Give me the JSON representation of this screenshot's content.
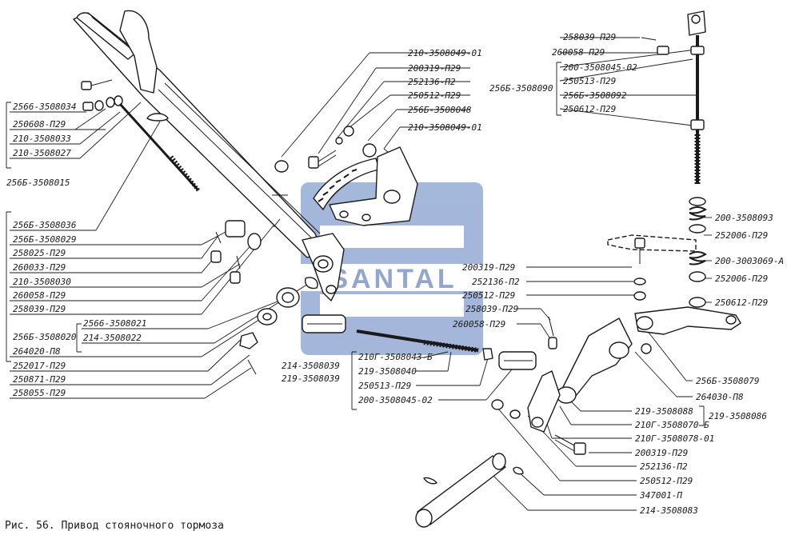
{
  "caption": "Рис. 56. Привод стояночного тормоза",
  "watermark": "SANTAL",
  "colors": {
    "ink": "#1a1a1a",
    "watermark": "#3b5fa5"
  },
  "labels": {
    "l01": "2566-3508034",
    "l02": "250608-П29",
    "l03": "210-3508033",
    "l04": "210-3508027",
    "l05": "256Б-3508015",
    "l06": "256Б-3508036",
    "l07": "256Б-3508029",
    "l08": "258025-П29",
    "l09": "260033-П29",
    "l10": "210-3508030",
    "l11": "260058-П29",
    "l12": "258039-П29",
    "l13": "2566-3508021",
    "l14": "214-3508022",
    "l15": "256Б-3508020",
    "l16": "264020-П8",
    "l17": "252017-П29",
    "l18": "250871-П29",
    "l19": "258055-П29",
    "l20": "210-3508049-01",
    "l21": "200319-П29",
    "l22": "252136-П2",
    "l23": "250512-П29",
    "l24": "256Б-3508048",
    "l25": "210-3508049-01",
    "l26": "258039-П29",
    "l27": "260058-П29",
    "l28": "200-3508045-02",
    "l29": "250513-П29",
    "l30": "256Б-3508092",
    "l31": "250612-П29",
    "l32": "256Б-3508090",
    "l33": "200-3508093",
    "l34": "252006-П29",
    "l35": "200-3003069-А",
    "l36": "252006-П29",
    "l37": "250612-П29",
    "l38": "200319-П29",
    "l39": "252136-П2",
    "l40": "250512-П29",
    "l41": "258039-П29",
    "l42": "260058-П29",
    "l43": "214-3508039",
    "l44": "219-3508039",
    "l45": "210Г-3508043-Б",
    "l46": "219-3508040",
    "l47": "250513-П29",
    "l48": "200-3508045-02",
    "l49": "256Б-3508079",
    "l50": "264030-П8",
    "l51": "219-3508088",
    "l52": "210Г-3508070-Б",
    "l53": "219-3508086",
    "l54": "210Г-3508078-01",
    "l55": "200319-П29",
    "l56": "252136-П2",
    "l57": "250512-П29",
    "l58": "347001-П",
    "l59": "214-3508083"
  }
}
